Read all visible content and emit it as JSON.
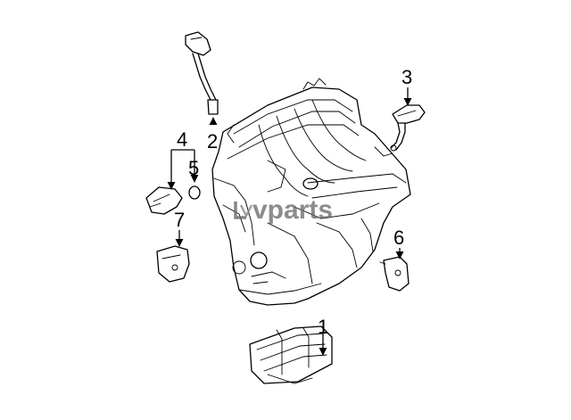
{
  "watermark": {
    "text": "vparts",
    "logo_icon": "lv-logo-icon"
  },
  "callouts": [
    {
      "id": "1",
      "label": "1"
    },
    {
      "id": "2",
      "label": "2"
    },
    {
      "id": "3",
      "label": "3"
    },
    {
      "id": "4",
      "label": "4"
    },
    {
      "id": "5",
      "label": "5"
    },
    {
      "id": "6",
      "label": "6"
    },
    {
      "id": "7",
      "label": "7"
    }
  ],
  "colors": {
    "line": "#000000",
    "watermark": "#666666",
    "background": "#ffffff"
  }
}
